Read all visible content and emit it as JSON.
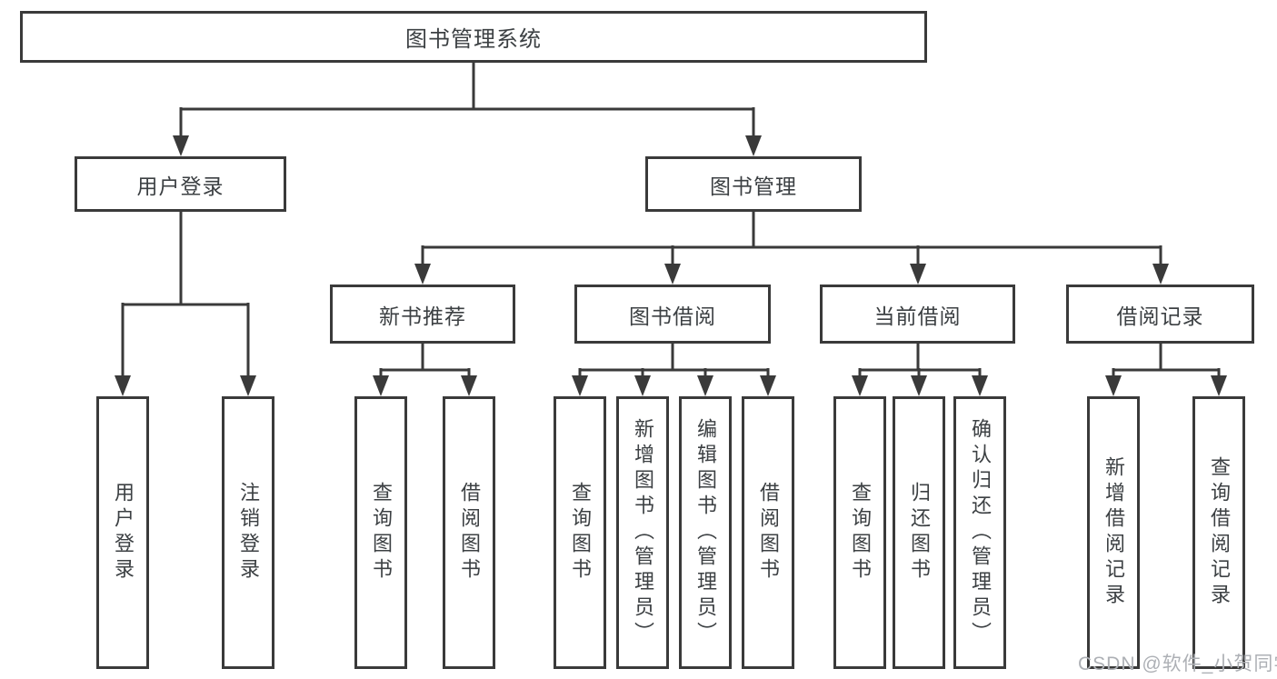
{
  "colors": {
    "line": "#3a3a3a",
    "text": "#3c4043",
    "watermark": "#adb0b5",
    "background": "#ffffff",
    "box_background": "#ffffff"
  },
  "tree": {
    "root": {
      "label": "图书管理系统"
    },
    "branches": [
      {
        "label": "用户登录",
        "children": [
          {
            "label": "用户登录"
          },
          {
            "label": "注销登录"
          }
        ]
      },
      {
        "label": "图书管理",
        "children": [
          {
            "label": "新书推荐",
            "children": [
              {
                "label": "查询图书"
              },
              {
                "label": "借阅图书"
              }
            ]
          },
          {
            "label": "图书借阅",
            "children": [
              {
                "label": "查询图书"
              },
              {
                "label": "新增图书（管理员）"
              },
              {
                "label": "编辑图书（管理员）"
              },
              {
                "label": "借阅图书"
              }
            ]
          },
          {
            "label": "当前借阅",
            "children": [
              {
                "label": "查询图书"
              },
              {
                "label": "归还图书"
              },
              {
                "label": "确认归还（管理员）"
              }
            ]
          },
          {
            "label": "借阅记录",
            "children": [
              {
                "label": "新增借阅记录"
              },
              {
                "label": "查询借阅记录"
              }
            ]
          }
        ]
      }
    ]
  },
  "watermark": {
    "text": "CSDN @软件_小贺同学"
  }
}
